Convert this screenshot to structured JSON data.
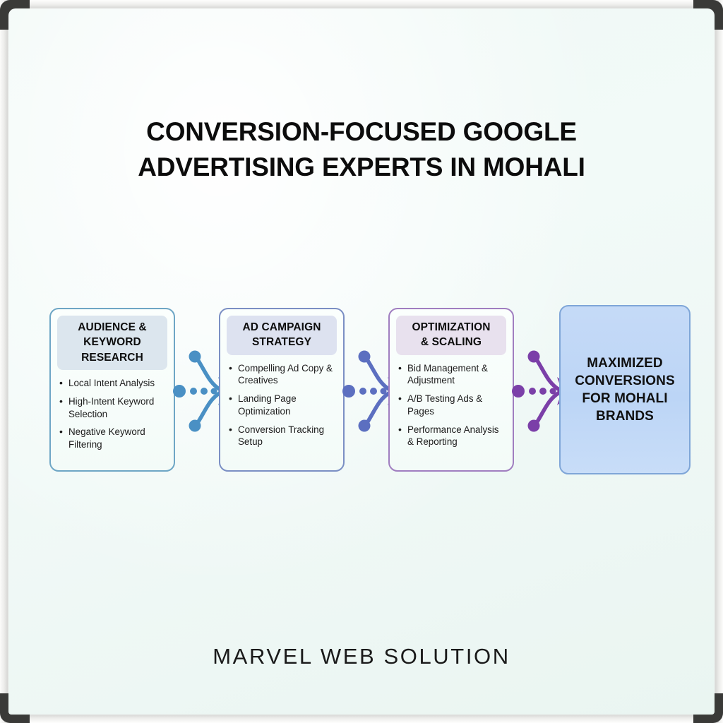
{
  "title": {
    "line1": "CONVERSION-FOCUSED GOOGLE",
    "line2": "ADVERTISING EXPERTS IN MOHALI"
  },
  "footer": {
    "brand": "MARVEL WEB SOLUTION"
  },
  "colors": {
    "board_surface": "#eff8f5",
    "frame": "#e9e9e7",
    "corner_bracket": "#3a3a38",
    "step1_border": "#6ea6c5",
    "step1_header_bg": "#dce6ee",
    "step2_border": "#7b8fc4",
    "step2_header_bg": "#dde2f0",
    "step3_border": "#a07ec0",
    "step3_header_bg": "#e8e1ee",
    "result_border": "#7fa6d8",
    "result_fill": "#c2d8f7",
    "connector1": "#4a90c4",
    "connector2": "#5c6fc0",
    "connector3": "#7b3fa8",
    "text": "#101010"
  },
  "steps": [
    {
      "id": "audience-keyword-research",
      "header": "AUDIENCE &\nKEYWORD\nRESEARCH",
      "header_lines": [
        "AUDIENCE &",
        "KEYWORD",
        "RESEARCH"
      ],
      "bullets": [
        "Local Intent Analysis",
        "High-Intent Keyword Selection",
        "Negative Keyword Filtering"
      ]
    },
    {
      "id": "ad-campaign-strategy",
      "header": "AD CAMPAIGN\nSTRATEGY",
      "header_lines": [
        "AD CAMPAIGN",
        "STRATEGY"
      ],
      "bullets": [
        "Compelling Ad Copy & Creatives",
        "Landing Page Optimization",
        "Conversion Tracking Setup"
      ]
    },
    {
      "id": "optimization-scaling",
      "header": "OPTIMIZATION\n& SCALING",
      "header_lines": [
        "OPTIMIZATION",
        "& SCALING"
      ],
      "bullets": [
        "Bid Management & Adjustment",
        "A/B Testing Ads & Pages",
        "Performance Analysis & Reporting"
      ]
    }
  ],
  "result": {
    "id": "maximized-conversions",
    "lines": [
      "MAXIMIZED",
      "CONVERSIONS",
      "FOR MOHALI",
      "BRANDS"
    ],
    "text": "MAXIMIZED CONVERSIONS FOR MOHALI BRANDS"
  },
  "connectors": [
    {
      "id": "connector-1",
      "from": "audience-keyword-research",
      "to": "ad-campaign-strategy",
      "color": "#4a90c4",
      "style": "converging-dotted-arrow"
    },
    {
      "id": "connector-2",
      "from": "ad-campaign-strategy",
      "to": "optimization-scaling",
      "color": "#5c6fc0",
      "style": "converging-dotted-arrow"
    },
    {
      "id": "connector-3",
      "from": "optimization-scaling",
      "to": "maximized-conversions",
      "color": "#7b3fa8",
      "style": "converging-dotted-arrow"
    }
  ]
}
